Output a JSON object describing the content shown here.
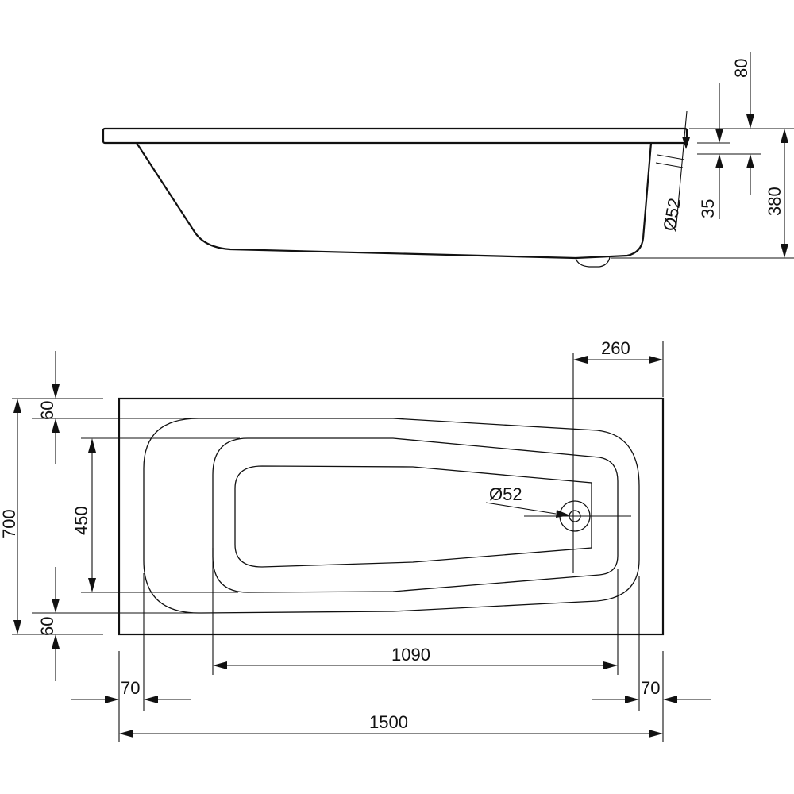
{
  "side_view": {
    "dim_80": "80",
    "dim_35": "35",
    "dim_380": "380",
    "dim_d52": "Ø52"
  },
  "top_view": {
    "dim_260": "260",
    "dim_60_top": "60",
    "dim_60_bottom": "60",
    "dim_700": "700",
    "dim_450": "450",
    "dim_d52": "Ø52",
    "dim_1090": "1090",
    "dim_70_left": "70",
    "dim_70_right": "70",
    "dim_1500": "1500"
  }
}
